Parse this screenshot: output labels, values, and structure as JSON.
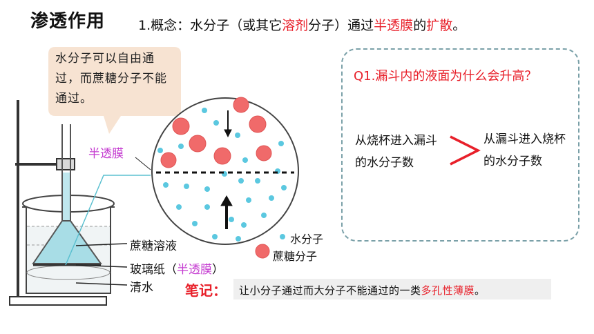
{
  "title": "渗透作用",
  "concept": {
    "prefix": "1.概念：水分子（或其它",
    "solvent": "溶剂",
    "mid1": "分子）通过",
    "membrane": "半透膜",
    "mid2": "的",
    "diffusion": "扩散",
    "suffix": "。"
  },
  "speech_bubble": "水分子可以自由通过，而蔗糖分子不能通过。",
  "labels": {
    "membrane": "半透膜",
    "sucrose_solution": "蔗糖溶液",
    "cellophane": "玻璃纸（",
    "cellophane_paren": "半透膜",
    "cellophane_close": "）",
    "clear_water": "清水"
  },
  "legend": {
    "water_molecule": "水分子",
    "sucrose_molecule": "蔗糖分子"
  },
  "note": {
    "label": "笔记：",
    "text_prefix": "让小分子通过而大分子不能通过的一类",
    "text_highlight": "多孔性薄膜",
    "text_suffix": "。"
  },
  "question": {
    "text": "Q1.漏斗内的液面为什么会升高？",
    "compare_left": "从烧杯进入漏斗的水分子数",
    "compare_right": "从漏斗进入烧杯的水分子数"
  },
  "colors": {
    "accent_red": "#e8202a",
    "accent_magenta": "#c43bd0",
    "water_blue": "#5bc8e0",
    "sugar_pink": "#f06a6a",
    "bubble_fill": "#f7e3d2"
  }
}
